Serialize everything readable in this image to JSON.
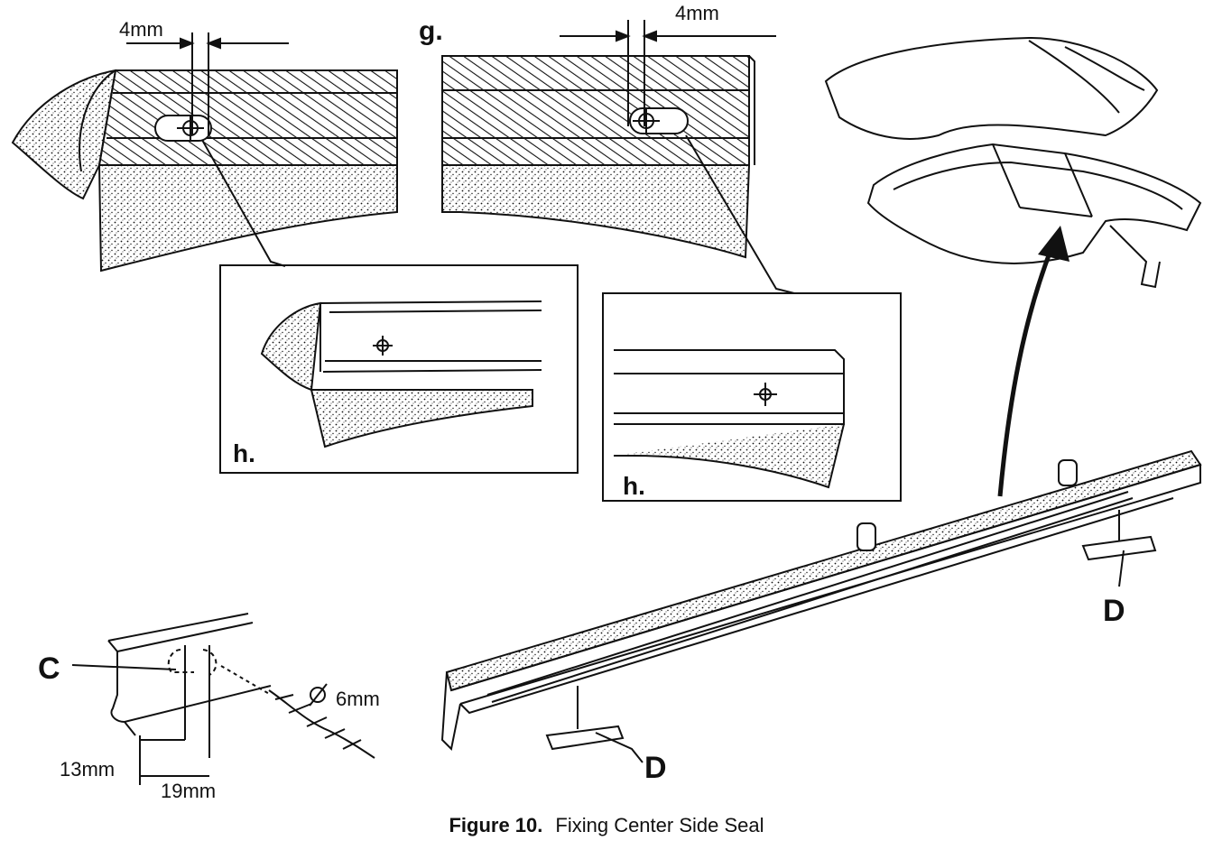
{
  "labels": {
    "dim_4mm_left": "4mm",
    "dim_4mm_right": "4mm",
    "step_g": "g.",
    "step_h_left": "h.",
    "step_h_right": "h.",
    "part_c": "C",
    "part_d_lower": "D",
    "part_d_right": "D",
    "dim_diameter": "6mm",
    "dim_13mm": "13mm",
    "dim_19mm": "19mm"
  },
  "caption": {
    "number": "Figure 10.",
    "title": "Fixing Center Side Seal"
  },
  "colors": {
    "ink": "#111111",
    "paper": "#ffffff"
  }
}
